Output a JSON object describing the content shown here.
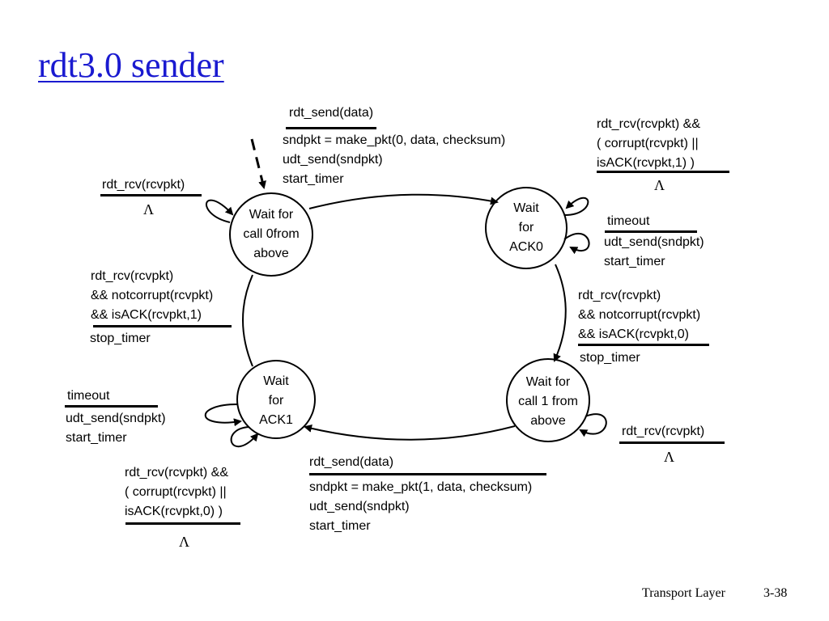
{
  "slide": {
    "title": "rdt3.0 sender",
    "footer_section": "Transport Layer",
    "footer_page": "3-38"
  },
  "states": {
    "wait_call0": [
      "Wait for",
      "call 0from",
      "above"
    ],
    "wait_ack0": [
      "Wait",
      "for",
      "ACK0"
    ],
    "wait_call1": [
      "Wait for",
      "call 1 from",
      "above"
    ],
    "wait_ack1": [
      "Wait",
      "for",
      "ACK1"
    ]
  },
  "transitions": {
    "send0": {
      "event": "rdt_send(data)",
      "actions": [
        "sndpkt = make_pkt(0, data, checksum)",
        "udt_send(sndpkt)",
        "start_timer"
      ]
    },
    "ack0_corrupt": {
      "event": [
        "rdt_rcv(rcvpkt) &&",
        "( corrupt(rcvpkt) ||",
        "isACK(rcvpkt,1) )"
      ],
      "action": "Λ"
    },
    "timeout0": {
      "event": "timeout",
      "actions": [
        "udt_send(sndpkt)",
        "start_timer"
      ]
    },
    "ack0_ok": {
      "event": [
        "rdt_rcv(rcvpkt)",
        "&& notcorrupt(rcvpkt)",
        "&& isACK(rcvpkt,0)"
      ],
      "action": "stop_timer"
    },
    "call1_rcv": {
      "event": "rdt_rcv(rcvpkt)",
      "action": "Λ"
    },
    "send1": {
      "event": "rdt_send(data)",
      "actions": [
        "sndpkt = make_pkt(1, data, checksum)",
        "udt_send(sndpkt)",
        "start_timer"
      ]
    },
    "ack1_corrupt": {
      "event": [
        "rdt_rcv(rcvpkt) &&",
        "( corrupt(rcvpkt) ||",
        "isACK(rcvpkt,0) )"
      ],
      "action": "Λ"
    },
    "timeout1": {
      "event": "timeout",
      "actions": [
        "udt_send(sndpkt)",
        "start_timer"
      ]
    },
    "ack1_ok": {
      "event": [
        "rdt_rcv(rcvpkt)",
        "&& notcorrupt(rcvpkt)",
        "&& isACK(rcvpkt,1)"
      ],
      "action": "stop_timer"
    },
    "call0_rcv": {
      "event": "rdt_rcv(rcvpkt)",
      "action": "Λ"
    }
  }
}
